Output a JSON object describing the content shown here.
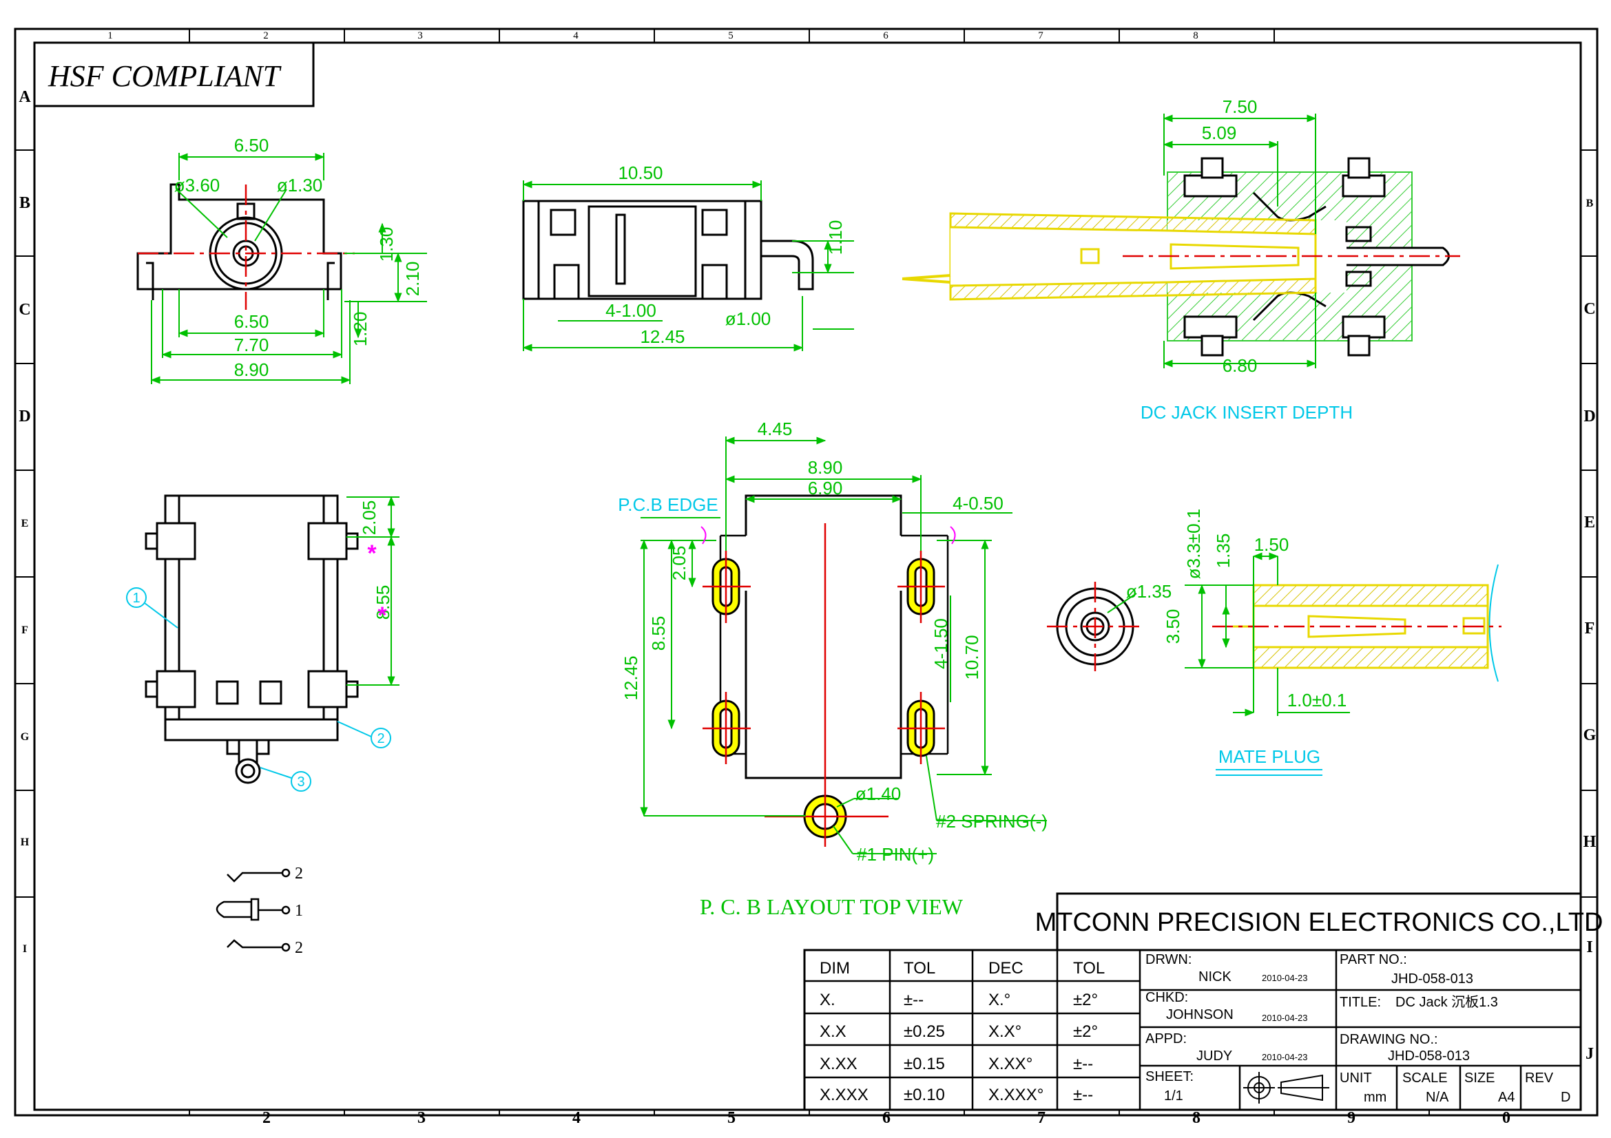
{
  "header": {
    "compliance": "HSF COMPLIANT"
  },
  "border": {
    "columns_top": [
      "1",
      "2",
      "3",
      "4",
      "5",
      "6",
      "7",
      "8"
    ],
    "columns_bottom": [
      "2",
      "3",
      "4",
      "5",
      "6",
      "7",
      "8",
      "9",
      "0"
    ],
    "rows_left": [
      "A",
      "B",
      "C",
      "D",
      "E",
      "F",
      "G",
      "H",
      "I"
    ],
    "rows_right": [
      "B",
      "C",
      "D",
      "E",
      "F",
      "G",
      "H",
      "I",
      "J"
    ]
  },
  "front_view": {
    "dims": {
      "top_width": "6.50",
      "hole_big": "ø3.60",
      "hole_small": "ø1.30",
      "inner_width": "6.50",
      "body_width": "7.70",
      "overall_width": "8.90",
      "h_130": "1.30",
      "h_210": "2.10",
      "h_120": "1.20"
    }
  },
  "side_view": {
    "dims": {
      "length": "10.50",
      "pin_offset": "1.10",
      "pads": "4-1.00",
      "pin_dia": "ø1.00",
      "overall": "12.45"
    }
  },
  "insert_depth": {
    "title": "DC JACK INSERT DEPTH",
    "dims": {
      "d750": "7.50",
      "d509": "5.09",
      "d680": "6.80"
    }
  },
  "bottom_view": {
    "callouts": [
      "1",
      "2",
      "3"
    ],
    "dims": {
      "d205": "2.05",
      "d855": "8.55"
    },
    "star": "*"
  },
  "pcb_layout": {
    "title": "P. C. B LAYOUT TOP VIEW",
    "edge_label": "P.C.B EDGE",
    "dims": {
      "d445": "4.45",
      "d890": "8.90",
      "d690": "6.90",
      "slot_width": "4-0.50",
      "d205": "2.05",
      "d855": "8.55",
      "d1245": "12.45",
      "slot_len": "4-1.50",
      "d1070": "10.70",
      "hole": "ø1.40"
    },
    "pin1": "#1 PIN(+)",
    "pin2": "#2 SPRING(-)"
  },
  "mate_plug": {
    "title": "MATE PLUG",
    "dims": {
      "hole": "ø1.35",
      "od": "ø3.3±0.1",
      "d135": "1.35",
      "d150": "1.50",
      "d350": "3.50",
      "depth": "1.0±0.1"
    }
  },
  "schematic": {
    "labels": [
      "2",
      "1",
      "2"
    ]
  },
  "title_block": {
    "company": "MTCONN PRECISION ELECTRONICS CO.,LTD",
    "tolerance_table": {
      "headers": [
        "DIM",
        "TOL",
        "DEC",
        "TOL"
      ],
      "rows": [
        [
          "X.",
          "±--",
          "X.°",
          "±2°"
        ],
        [
          "X.X",
          "±0.25",
          "X.X°",
          "±2°"
        ],
        [
          "X.XX",
          "±0.15",
          "X.XX°",
          "±--"
        ],
        [
          "X.XXX",
          "±0.10",
          "X.XXX°",
          "±--"
        ]
      ]
    },
    "drawn_label": "DRWN:",
    "drawn_name": "NICK",
    "drawn_date": "2010-04-23",
    "checked_label": "CHKD:",
    "checked_name": "JOHNSON",
    "checked_date": "2010-04-23",
    "approved_label": "APPD:",
    "approved_name": "JUDY",
    "approved_date": "2010-04-23",
    "sheet_label": "SHEET:",
    "sheet_value": "1/1",
    "part_label": "PART NO.:",
    "part_value": "JHD-058-013",
    "title_label": "TITLE:",
    "title_value": "DC Jack 沉板1.3",
    "drawing_label": "DRAWING NO.:",
    "drawing_value": "JHD-058-013",
    "unit_label": "UNIT",
    "unit_value": "mm",
    "scale_label": "SCALE",
    "scale_value": "N/A",
    "size_label": "SIZE",
    "size_value": "A4",
    "rev_label": "REV",
    "rev_value": "D"
  },
  "colors": {
    "ink": "#000000",
    "dimension": "#00c000",
    "label": "#00c8e8",
    "center": "#e00000",
    "highlight": "#ffff00",
    "hatch": "#33cc33",
    "magenta": "#ff00ff",
    "gold": "#c8a000"
  }
}
